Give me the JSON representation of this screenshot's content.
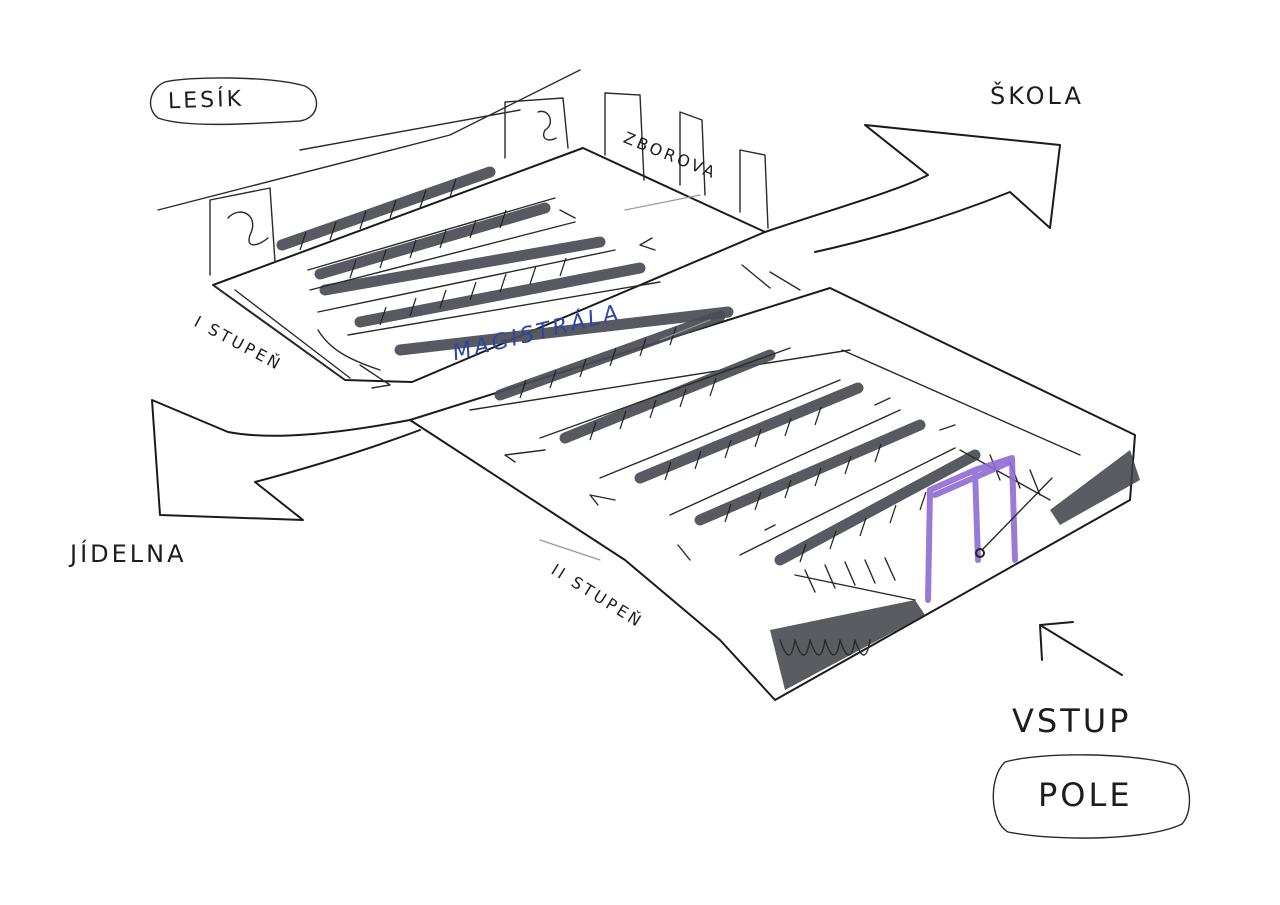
{
  "labels": {
    "lesik": "LESÍK",
    "skola": "ŠKOLA",
    "zbroj": "ZBOROVA",
    "jidelna": "JÍDELNA",
    "magistrala": "MAGISTRÁLA",
    "stupen1": "I STUPEŇ",
    "stupen2": "II STUPEŇ",
    "vstup": "VSTUP",
    "pole": "POLE"
  },
  "colors": {
    "ink": "#1b1b1b",
    "marker": "#4a4d55",
    "accent_blue": "#2c46a8",
    "accent_purple": "#8e6bd1"
  }
}
